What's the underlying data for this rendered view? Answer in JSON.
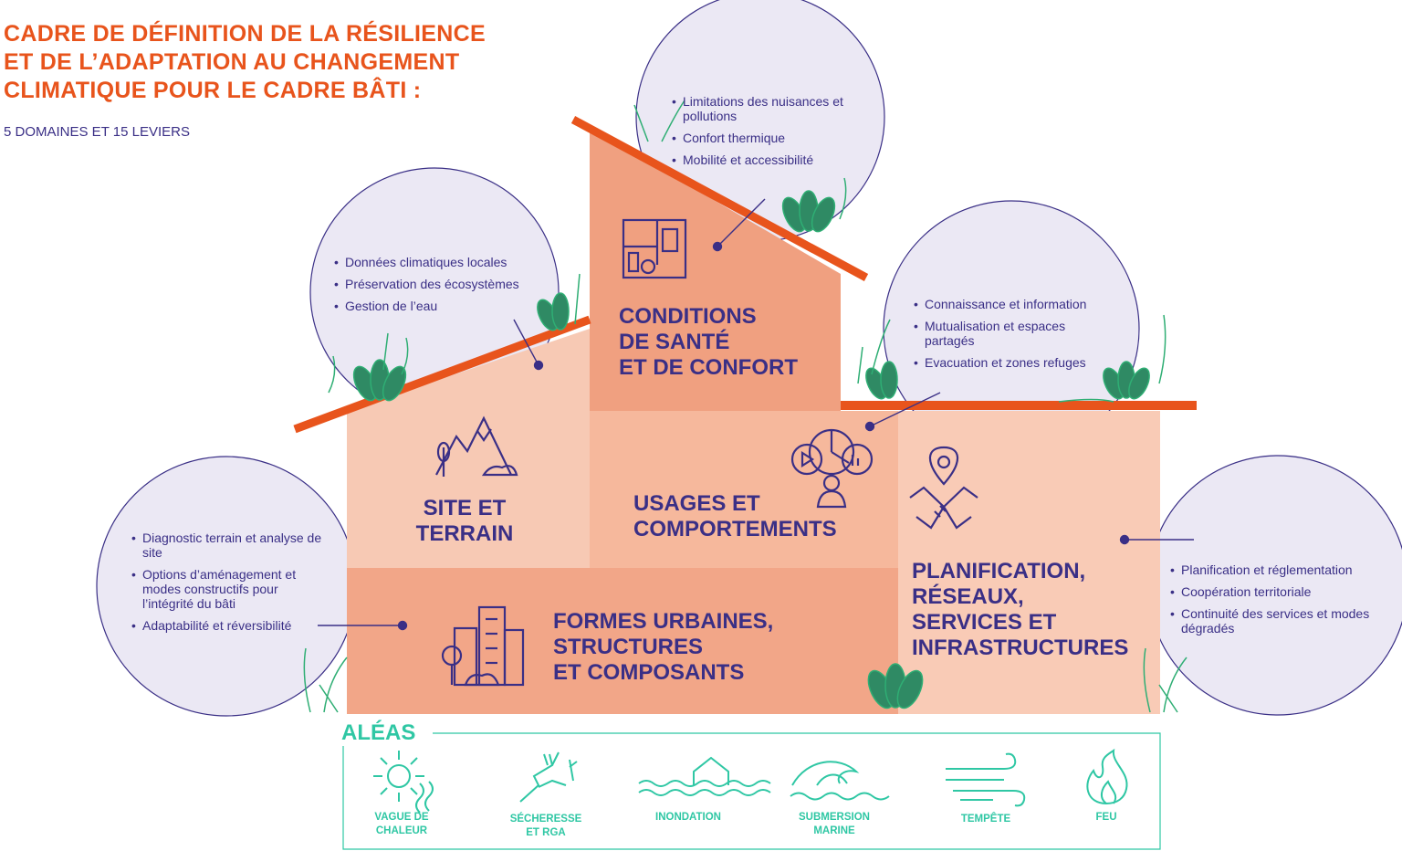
{
  "title": {
    "lines": [
      "CADRE DE DÉFINITION DE LA RÉSILIENCE",
      "ET DE L’ADAPTATION AU CHANGEMENT",
      "CLIMATIQUE POUR LE CADRE BÂTI :"
    ],
    "subtitle": "5 DOMAINES ET 15 LEVIERS"
  },
  "colors": {
    "title": "#e8541c",
    "text": "#3a2f86",
    "roof": "#e8541c",
    "bubble_fill": "#ebe8f4",
    "bubble_stroke": "#3a2f86",
    "aleas": "#2fc7a4",
    "plant": "#2f8a64",
    "site": "#f7c9b4",
    "sante": "#f0a080",
    "usages": "#f6b89c",
    "formes": "#f2a688",
    "planif": "#f9cbb6"
  },
  "domains": [
    {
      "id": "site",
      "icon": "mountain-icon",
      "name_lines": [
        "SITE ET",
        "TERRAIN"
      ],
      "levers": [
        "Données climatiques locales",
        "Préservation des écosystèmes",
        "Gestion de l’eau"
      ]
    },
    {
      "id": "sante",
      "icon": "floor-plan-icon",
      "name_lines": [
        "CONDITIONS",
        "DE SANTÉ",
        "ET DE CONFORT"
      ],
      "levers": [
        "Limitations des nuisances et pollutions",
        "Confort thermique",
        "Mobilité et accessibilité"
      ]
    },
    {
      "id": "usages",
      "icon": "user-network-icon",
      "name_lines": [
        "USAGES ET",
        "COMPORTEMENTS"
      ],
      "levers": [
        "Connaissance et information",
        "Mutualisation et espaces partagés",
        "Evacuation et zones refuges"
      ]
    },
    {
      "id": "formes",
      "icon": "buildings-icon",
      "name_lines": [
        "FORMES URBAINES,",
        "STRUCTURES",
        "ET COMPOSANTS"
      ],
      "levers": [
        "Diagnostic terrain et analyse de site",
        "Options d’aménagement et modes constructifs pour l’intégrité du bâti",
        "Adaptabilité et réversibilité"
      ]
    },
    {
      "id": "planif",
      "icon": "location-handshake-icon",
      "name_lines": [
        "PLANIFICATION,",
        "RÉSEAUX,",
        "SERVICES ET",
        "INFRASTRUCTURES"
      ],
      "levers": [
        "Planification et réglementation",
        "Coopération territoriale",
        "Continuité des services et modes dégradés"
      ]
    }
  ],
  "aleas": {
    "title": "ALÉAS",
    "items": [
      {
        "icon": "sun-heat-icon",
        "label_lines": [
          "VAGUE DE",
          "CHALEUR"
        ]
      },
      {
        "icon": "drought-crack-icon",
        "label_lines": [
          "SÉCHERESSE",
          "ET RGA"
        ]
      },
      {
        "icon": "flood-house-icon",
        "label_lines": [
          "INONDATION"
        ]
      },
      {
        "icon": "wave-icon",
        "label_lines": [
          "SUBMERSION",
          "MARINE"
        ]
      },
      {
        "icon": "wind-icon",
        "label_lines": [
          "TEMPÊTE"
        ]
      },
      {
        "icon": "fire-icon",
        "label_lines": [
          "FEU"
        ]
      }
    ]
  }
}
